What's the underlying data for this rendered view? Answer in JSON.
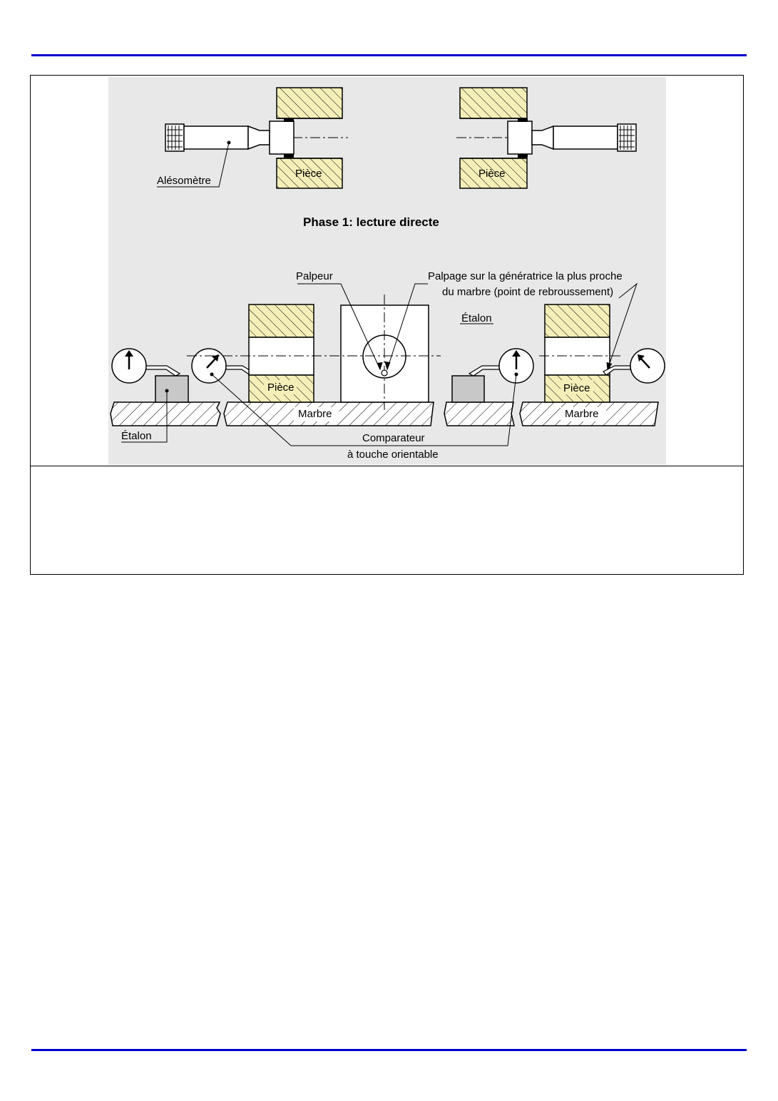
{
  "colors": {
    "rule": "#0000cc",
    "drawing_bg": "#e8e8e8",
    "piece_fill": "#f4efb8",
    "etalon_fill": "#c8c8c8"
  },
  "labels": {
    "alesometre": "Alésomètre",
    "piece": "Pièce",
    "phase1": "Phase 1: lecture directe",
    "palpeur": "Palpeur",
    "palpage_line1": "Palpage sur la génératrice la plus proche",
    "palpage_line2": "du marbre (point de rebroussement)",
    "etalon": "Étalon",
    "marbre": "Marbre",
    "comparateur_line1": "Comparateur",
    "comparateur_line2": "à touche orientable"
  }
}
